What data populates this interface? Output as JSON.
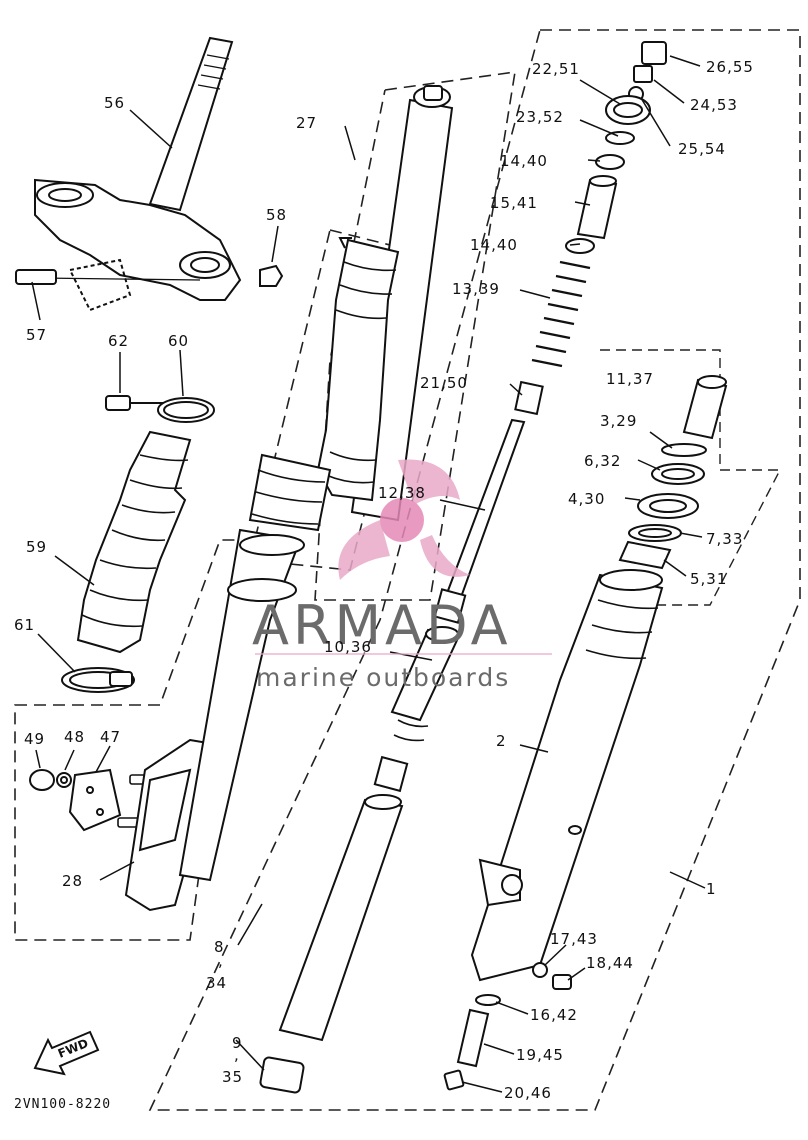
{
  "diagram_code": "2VN100-8220",
  "fwd_label": "FWD",
  "watermark": {
    "brand": "ARMADA",
    "tagline": "marine outboards",
    "colors": {
      "logo_pink": "#e9a9c8",
      "logo_dot": "#e489b6",
      "text_gray": "#6b6b6b"
    }
  },
  "part_labels": [
    "26,55",
    "22,51",
    "24,53",
    "23,52",
    "25,54",
    "14,40",
    "15,41",
    "14,40",
    "13,39",
    "21,50",
    "11,37",
    "3,29",
    "6,32",
    "4,30",
    "7,33",
    "5,31",
    "12,38",
    "10,36",
    "2",
    "1",
    "17,43",
    "18,44",
    "16,42",
    "19,45",
    "20,46",
    "56",
    "27",
    "58",
    "57",
    "62",
    "60",
    "59",
    "61",
    "49",
    "48",
    "47",
    "28",
    "8",
    ",",
    "34",
    "9",
    ",",
    "35"
  ]
}
